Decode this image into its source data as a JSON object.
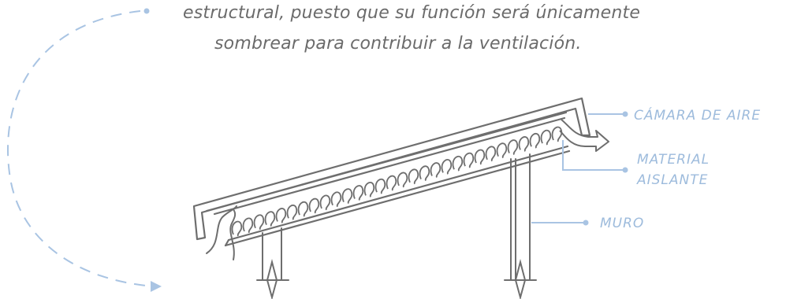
{
  "caption": {
    "line1": "estructural, puesto que su función será únicamente",
    "line2": "sombrear para contribuir a la ventilación."
  },
  "labels": {
    "air_chamber": "CÁMARA DE AIRE",
    "insulation_line1": "MATERIAL",
    "insulation_line2": "AISLANTE",
    "wall": "MURO"
  },
  "colors": {
    "drawing": "#6e6e6e",
    "accent": "#a9c4e3",
    "label_text": "#9dbbdc",
    "caption_text": "#6b6b6b"
  },
  "icons": {
    "flow_arrow": "dashed-arc-arrow",
    "airflow": "curved-air-arrow"
  }
}
